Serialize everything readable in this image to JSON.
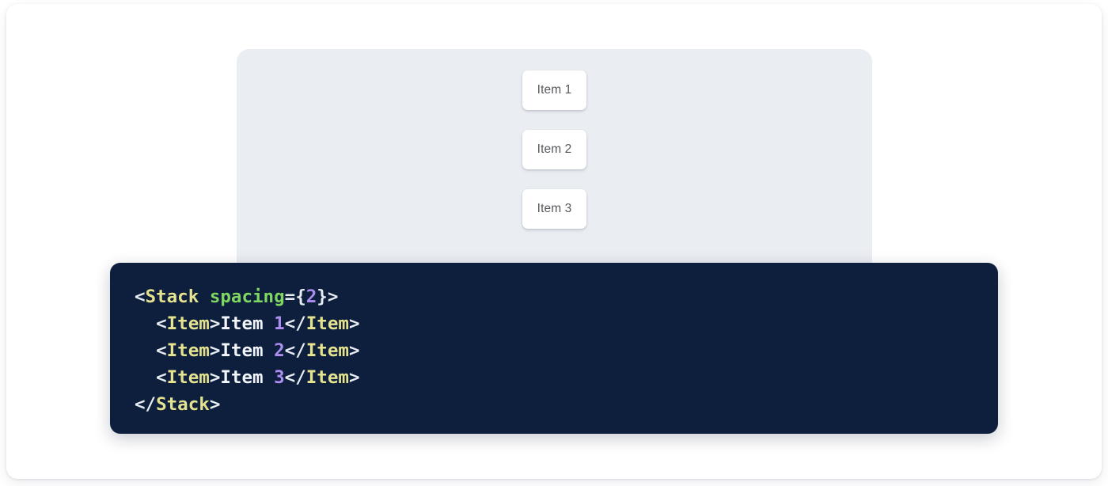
{
  "preview": {
    "stack": {
      "items": [
        {
          "label": "Item 1"
        },
        {
          "label": "Item 2"
        },
        {
          "label": "Item 3"
        }
      ]
    }
  },
  "code": {
    "language": "jsx",
    "lines": [
      {
        "indent": "",
        "tokens": [
          {
            "t": "punct",
            "v": "<"
          },
          {
            "t": "tag",
            "v": "Stack"
          },
          {
            "t": "punct",
            "v": " "
          },
          {
            "t": "attr",
            "v": "spacing"
          },
          {
            "t": "punct",
            "v": "={"
          },
          {
            "t": "num",
            "v": "2"
          },
          {
            "t": "punct",
            "v": "}>"
          }
        ]
      },
      {
        "indent": "  ",
        "tokens": [
          {
            "t": "punct",
            "v": "<"
          },
          {
            "t": "tag",
            "v": "Item"
          },
          {
            "t": "punct",
            "v": ">"
          },
          {
            "t": "text",
            "v": "Item "
          },
          {
            "t": "num",
            "v": "1"
          },
          {
            "t": "punct",
            "v": "</"
          },
          {
            "t": "tag",
            "v": "Item"
          },
          {
            "t": "punct",
            "v": ">"
          }
        ]
      },
      {
        "indent": "  ",
        "tokens": [
          {
            "t": "punct",
            "v": "<"
          },
          {
            "t": "tag",
            "v": "Item"
          },
          {
            "t": "punct",
            "v": ">"
          },
          {
            "t": "text",
            "v": "Item "
          },
          {
            "t": "num",
            "v": "2"
          },
          {
            "t": "punct",
            "v": "</"
          },
          {
            "t": "tag",
            "v": "Item"
          },
          {
            "t": "punct",
            "v": ">"
          }
        ]
      },
      {
        "indent": "  ",
        "tokens": [
          {
            "t": "punct",
            "v": "<"
          },
          {
            "t": "tag",
            "v": "Item"
          },
          {
            "t": "punct",
            "v": ">"
          },
          {
            "t": "text",
            "v": "Item "
          },
          {
            "t": "num",
            "v": "3"
          },
          {
            "t": "punct",
            "v": "</"
          },
          {
            "t": "tag",
            "v": "Item"
          },
          {
            "t": "punct",
            "v": ">"
          }
        ]
      },
      {
        "indent": "",
        "tokens": [
          {
            "t": "punct",
            "v": "</"
          },
          {
            "t": "tag",
            "v": "Stack"
          },
          {
            "t": "punct",
            "v": ">"
          }
        ]
      }
    ]
  },
  "colors": {
    "page_background": "#ffffff",
    "stage_background": "#eaedf2",
    "item_background": "#ffffff",
    "item_text": "#56585c",
    "code_background": "#0d1f3c",
    "code_punctuation": "#e7ebf2",
    "code_tag": "#e5e38f",
    "code_attribute": "#7fd762",
    "code_number": "#ac8ef0",
    "code_text": "#f2f5fa"
  }
}
